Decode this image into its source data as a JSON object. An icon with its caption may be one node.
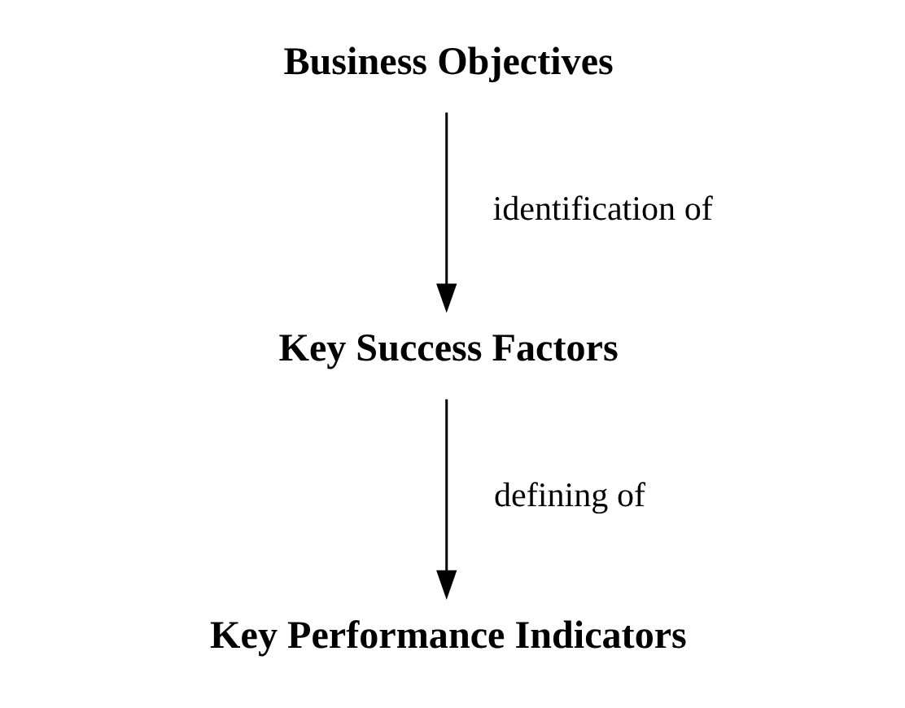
{
  "diagram": {
    "nodes": [
      {
        "text": [
          "Business Objectives"
        ]
      },
      {
        "text": [
          "Key Success Factors"
        ]
      },
      {
        "text": [
          "Key Performance Indicators"
        ]
      }
    ],
    "edges": [
      {
        "from": 0,
        "to": 1,
        "arrow": "to",
        "label": "identification of"
      },
      {
        "from": 1,
        "to": 2,
        "arrow": "to",
        "label": "defining of"
      }
    ]
  }
}
